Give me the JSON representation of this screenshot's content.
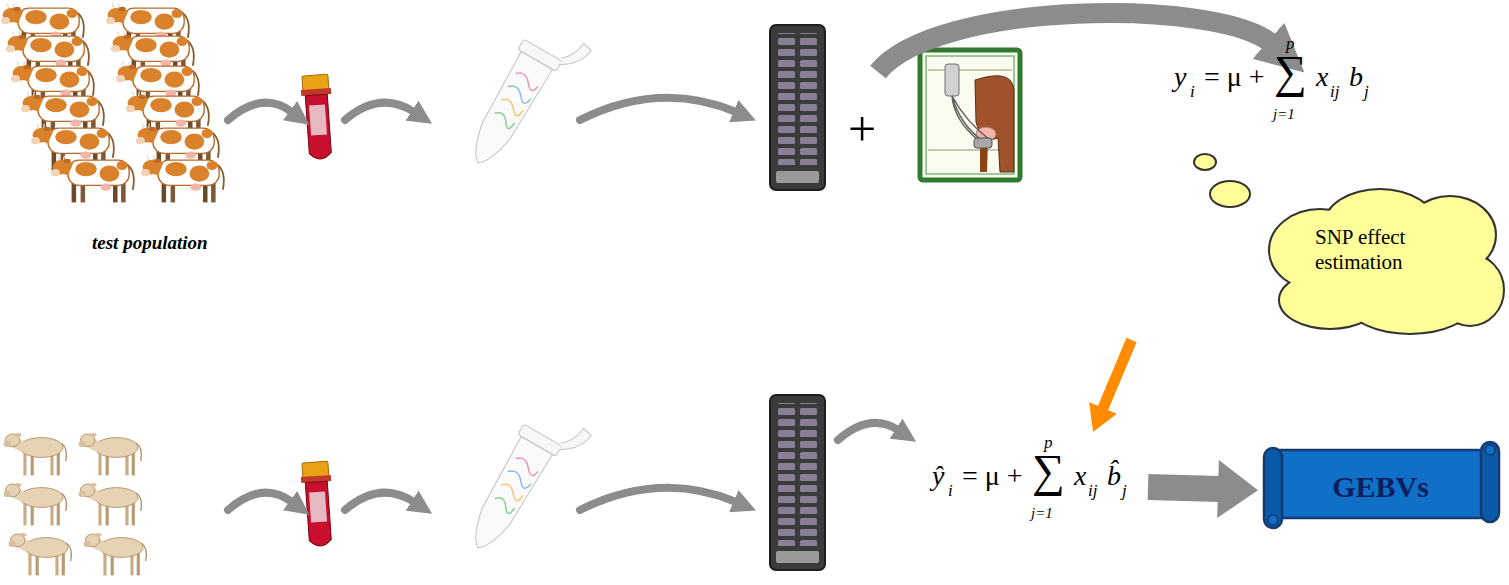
{
  "diagram": {
    "nodes": [
      {
        "text": [
          "y",
          "i",
          "= μ +",
          "p",
          "∑",
          "j=1",
          "x",
          "ij",
          "b",
          "j"
        ]
      },
      {
        "text": [
          "SNP effect estimation"
        ]
      },
      {
        "text": [
          "ŷ",
          "i",
          "= μ +",
          "p",
          "∑",
          "j=1",
          "x",
          "ij",
          "b̂",
          "j"
        ]
      },
      {
        "text": [
          "GEBVs"
        ]
      }
    ],
    "edges": [
      {
        "from": 1,
        "to": 2,
        "arrow": "to"
      },
      {
        "from": 2,
        "to": 3,
        "arrow": "to"
      }
    ],
    "labels": [
      "test population",
      "+"
    ]
  }
}
